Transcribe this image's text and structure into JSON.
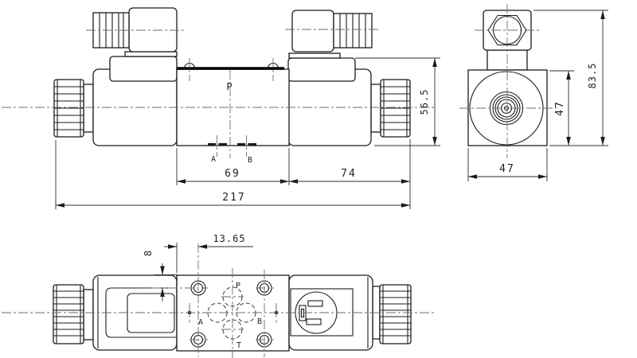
{
  "drawing": {
    "background": "#ffffff",
    "line_color": "#1b1b1b",
    "centerline_color": "#6e6e6e"
  },
  "front_view": {
    "port_labels": {
      "p": "P",
      "a": "A",
      "b": "B"
    },
    "dimensions": {
      "body_width": "69",
      "solenoid_length": "74",
      "total_length": "217",
      "height": "56.5"
    }
  },
  "side_view": {
    "dimensions": {
      "width": "47",
      "body_height": "47",
      "total_height": "83.5"
    }
  },
  "bottom_view": {
    "port_labels": {
      "p": "P",
      "a": "A",
      "b": "B",
      "t": "T"
    },
    "dimensions": {
      "hole_offset_horizontal": "13.65",
      "hole_offset_vertical": "8"
    }
  }
}
